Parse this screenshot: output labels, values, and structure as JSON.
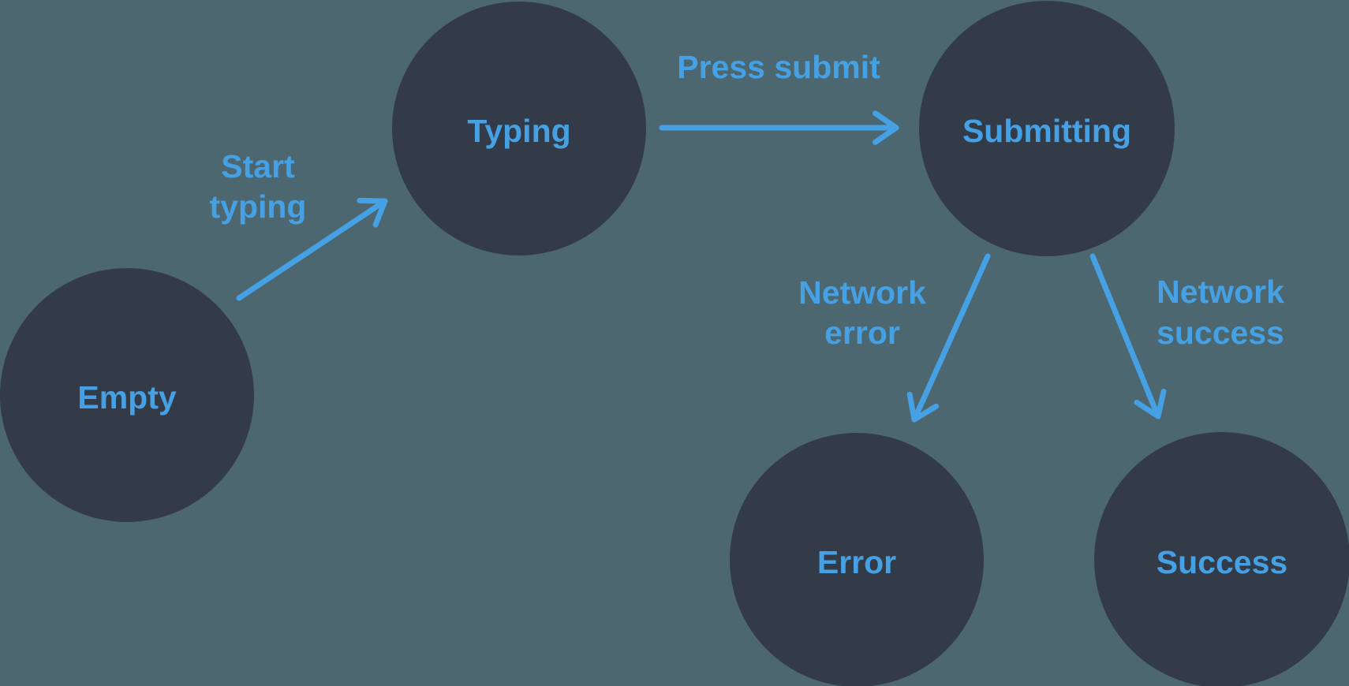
{
  "diagram": {
    "type": "state-machine",
    "colors": {
      "background": "#4C6770",
      "node_fill": "#333B48",
      "accent": "#45A1E4"
    },
    "nodes": [
      {
        "id": "empty",
        "label": "Empty"
      },
      {
        "id": "typing",
        "label": "Typing"
      },
      {
        "id": "submitting",
        "label": "Submitting"
      },
      {
        "id": "error",
        "label": "Error"
      },
      {
        "id": "success",
        "label": "Success"
      }
    ],
    "edges": [
      {
        "from": "empty",
        "to": "typing",
        "label_lines": [
          "Start",
          "typing"
        ]
      },
      {
        "from": "typing",
        "to": "submitting",
        "label_lines": [
          "Press submit"
        ]
      },
      {
        "from": "submitting",
        "to": "error",
        "label_lines": [
          "Network",
          "error"
        ]
      },
      {
        "from": "submitting",
        "to": "success",
        "label_lines": [
          "Network",
          "success"
        ]
      }
    ]
  }
}
